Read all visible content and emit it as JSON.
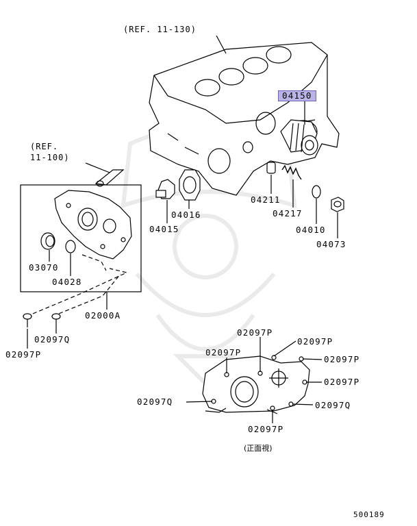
{
  "refs": {
    "block": "(REF. 11-130)",
    "cover_line1": "(REF.",
    "cover_line2": "11-100)"
  },
  "parts": {
    "oil_filter": "04150",
    "relief_plunger": "04211",
    "relief_spring": "04217",
    "gasket": "04010",
    "plug": "04073",
    "outer_rotor": "04016",
    "inner_rotor": "04015",
    "oil_seal": "03070",
    "o_ring": "04028",
    "pump_assy": "02000A",
    "bolt_q_left": "02097Q",
    "bolt_p_left": "02097P",
    "view_p_top": "02097P",
    "view_p_topright": "02097P",
    "view_p_upperleft": "02097P",
    "view_p_right1": "02097P",
    "view_p_right2": "02097P",
    "view_q_left": "02097Q",
    "view_q_right": "02097Q",
    "view_p_bottom": "02097P"
  },
  "view_caption": "(正面視)",
  "figure_number": "500189",
  "highlight_color": "#b9b3e6"
}
